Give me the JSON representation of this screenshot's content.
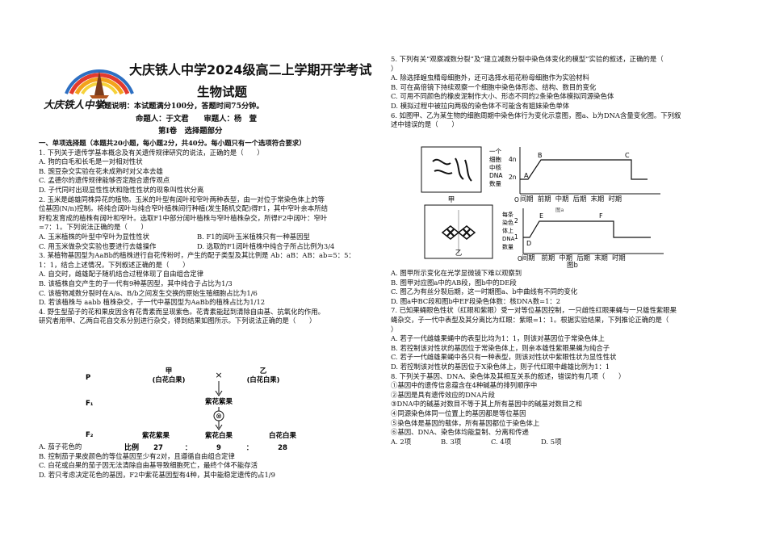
{
  "header": {
    "school_title": "大庆铁人中学2024级高二上学期开学考试",
    "subject_title": "生物试题",
    "logo_text": "大庆铁人中学",
    "exam_note": "试题说明：本试题满分100分，答题时间75分钟。",
    "authors": "命题人：于文君　　审题人：杨　萱",
    "part_title": "第Ⅰ卷　选择题部分",
    "section_title": "一、单项选择题（本题共20小题，每小题2分，共40分。每小题只有一个选项符合要求）"
  },
  "left_lines": [
    "1. 下列关于遗传学基本概念及有关遗传规律研究的说法，正确的是（　　）",
    "A. 狗的白毛和长毛是一对相对性状",
    "B. 豌豆杂交实验在花未成熟时对父本去雄",
    "C. 孟德尔的遗传规律能够否定融合遗传观点",
    "D. 子代同时出现显性性状和隐性性状的现象叫性状分离",
    "2. 玉米是雌雄同株异花的植物。玉米的叶型有阔叶和窄叶两种表型，由一对位于常染色体上的等",
    "位基因(N/n)控制。将纯合阔叶与纯合窄叶植株间行种植(发生随机交配)得F1，其中窄叶亲本所结",
    "籽粒发育成的植株有阔叶和窄叶。选取F1中部分阔叶植株与窄叶植株杂交，所得F2中阔叶：窄叶",
    "=7：1。下列说法正确的是（　　）"
  ],
  "q2_options": [
    [
      "A. 玉米植株的叶型中窄叶为显性性状",
      "B. F1的阔叶玉米植株只有一种基因型"
    ],
    [
      "C. 用玉米做杂交实验也要进行去雄操作",
      "D. 选取的F1阔叶植株中纯合子所占比例为3/4"
    ]
  ],
  "left_lines_2": [
    "3. 某植物基因型为AaBb的植株进行自花传粉时，产生的配子类型及其比例是 Ab：aB：AB：ab=5：5：",
    "1：1，结合上述情况，下列叙述正确的是（　　）",
    "A. 自交时，雌雄配子随机结合过程体现了自由组合定律",
    "B. 该植株自交产生的子一代有9种基因型，其中纯合子占比为1/3",
    "C. 该植物减数分裂时在A/a、B/b之间发生交换的原始生殖细胞占比为1/6",
    "D. 若该植株与 aabb 植株杂交，子一代中基因型为AaBb的植株占比为1/12",
    "4. 野生型茄子的花和果皮因含有花青素而呈现紫色。花青素能起到清除自由基、抗氧化的作用。",
    "研究者用甲、乙两白花自交系分别进行杂交，得到结果如图所示。下列说法正确的是（　　）"
  ],
  "cross_figure": {
    "p_label": "P",
    "f1_label": "F₁",
    "f2_label": "F₂",
    "parent1": "甲",
    "parent1_sub": "(白花白果)",
    "parent2": "乙",
    "parent2_sub": "(白花白果)",
    "cross_symbol": "×",
    "self_symbol": "⊗",
    "f1_pheno": "紫花紫果",
    "f2_phenos": [
      "紫花紫果",
      "紫花白果",
      "白花白果"
    ],
    "ratio_label": "比例",
    "ratios": [
      "27",
      "：",
      "9",
      "：",
      "28"
    ]
  },
  "q4_options": [
    "A. 茄子花色的",
    "B. 控制茄子果皮颜色的等位基因至少有2对，且遵循自由组合定律",
    "C. 白花或白果的茄子因无法清除自由基导致细胞死亡，最终个体不能存活",
    "D. 若只考虑决定花色的基因，F2中紫花基因型有4种，其中能稳定遗传的占1/9"
  ],
  "right_lines": [
    "5. 下列有关“观察减数分裂”及“建立减数分裂中染色体变化的模型”实验的叙述，正确的是（",
    "）",
    "A. 除选择蝗虫精母细胞外，还可选择水稻花粉母细胞作为实验材料",
    "B. 可在高倍镜下持续观察一个细胞中染色体形态、结构、数目的变化",
    "C. 可用不同颜色的橡皮泥制作大小、形态不同的2条染色体模拟同源染色体",
    "D. 模拟过程中被拉向两极的染色体不可能含有姐妹染色单体",
    "6. 如图甲、乙为某生物的细胞周期中染色体行为变化示意图，图a、b为DNA含量变化图。下列叙",
    "述中错误的是（　　）"
  ],
  "fig_a": {
    "panel_label": "甲",
    "y_label": "一个细胞中核DNA数量",
    "y_ticks": [
      "4n",
      "2n"
    ],
    "points": [
      "A",
      "B",
      "C"
    ],
    "x_labels": [
      "间期",
      "前期",
      "中期",
      "后期",
      "末期",
      "时期"
    ],
    "origin": "O",
    "fig_name": "图a",
    "fig_name_hidden": true
  },
  "fig_b": {
    "panel_label": "乙",
    "y_label": "每条染色体上DNA数量",
    "y_ticks": [
      "2",
      "1"
    ],
    "points": [
      "D",
      "E",
      "F"
    ],
    "x_labels": [
      "间期",
      "前期",
      "中期",
      "后期",
      "末期",
      "时期"
    ],
    "origin": "O",
    "fig_name": "图b",
    "partial_label": "图a"
  },
  "right_lines_2": [
    "A. 图甲所示变化在光学显微镜下难以观察到",
    "B. 图甲对应图a中的AB段，图b中的DE段",
    "C. 图乙为有丝分裂后期，这一时期图a、b中曲线有不同的变化",
    "D. 图a中BC段和图b中EF段染色体数：核DNA数=1：2",
    "7. 已知果蝇眼色性状（红眼和紫眼）受一对等位基因控制，一只雌性红眼果蝇与一只雄性紫眼果",
    "蝇杂交，子一代中表型及其分离比为红眼：紫眼=1：1。根据实验结果，下列推论正确的是（",
    "）",
    "A. 若子一代雌雄果蝇中的表型比均为1：1，则该对基因位于常染色体上",
    "B. 若控制该对性状的基因位于常染色体上，则亲本雄性紫眼果蝇为纯合子",
    "C. 若子一代雌雄果蝇中各只有一种表型，则该对性状中紫眼性状为显性性状",
    "D. 若控制该对性状的基因位于X染色体上，则子代红眼中雌雄比例为1：1",
    "8. 下列关于基因、DNA、染色体及其相互关系的叙述，错误的有几项（　　）",
    "①基因中的遗传信息蕴含在4种碱基的排列顺序中",
    "②基因是具有遗传效应的DNA片段",
    "③DNA中的碱基对数目不等于其上所有基因中的碱基对数目之和",
    "④同源染色体同一位置上的基因都是等位基因",
    "⑤染色体是基因的载体，所有基因都位于染色体上",
    "⑥基因、DNA、染色体均能复制、分离和传递"
  ],
  "q8_options": [
    "A. 2项",
    "B. 3项",
    "C. 4项",
    "D. 5项"
  ]
}
